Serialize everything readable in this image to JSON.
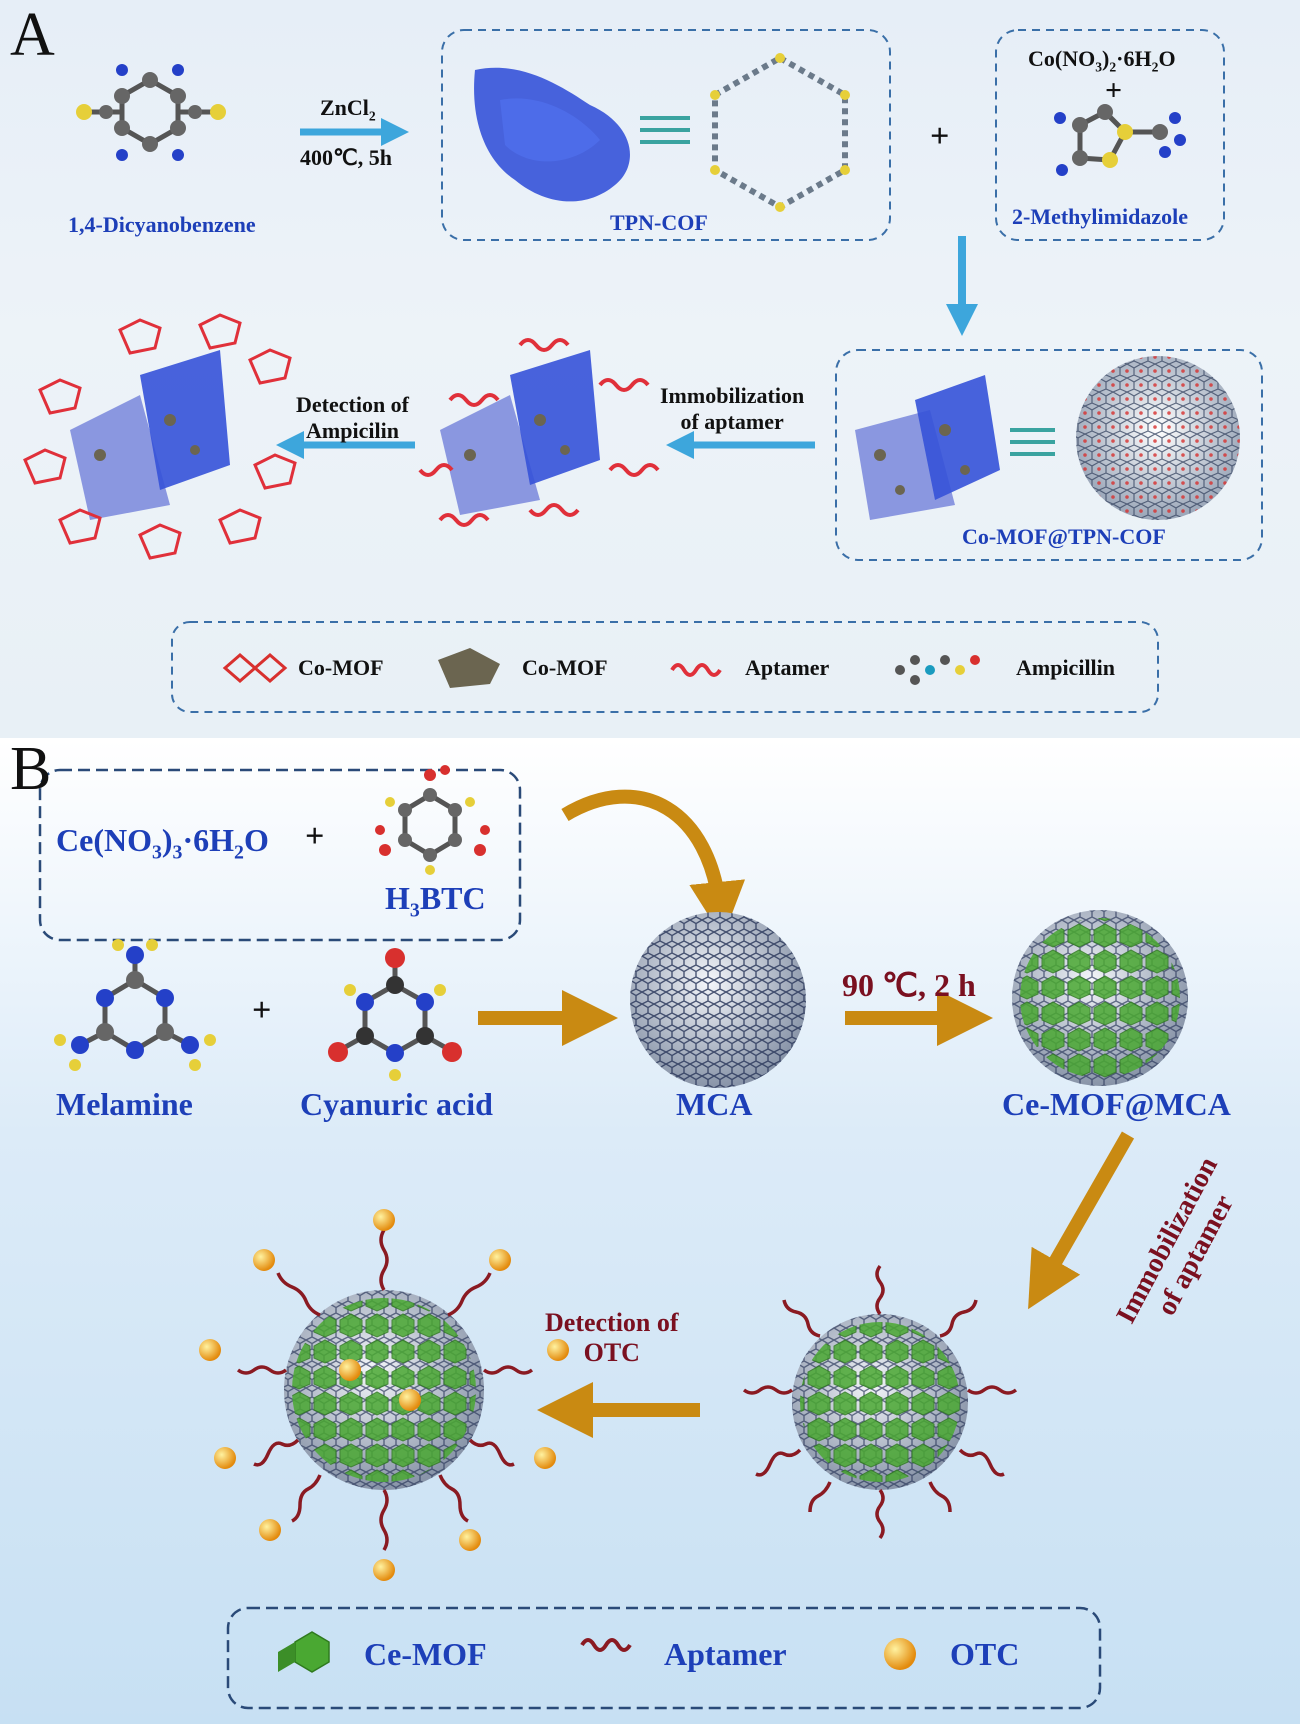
{
  "panelA": {
    "letter": "A",
    "dicyanobenzene": "1,4-Dicyanobenzene",
    "reagent": "ZnCl",
    "reagent_sub": "2",
    "conditions": "400℃, 5h",
    "tpn_cof": "TPN-COF",
    "plus": "+",
    "cobalt_salt": "Co(NO",
    "cobalt_sub1": "3",
    "cobalt_mid": ")",
    "cobalt_sub2": "2",
    "cobalt_end": "·6H",
    "cobalt_sub3": "2",
    "cobalt_tail": "O",
    "plus2": "+",
    "methylimidazole": "2-Methylimidazole",
    "composite": "Co-MOF@TPN-COF",
    "immobilization_line1": "Immobilization",
    "immobilization_line2": "of aptamer",
    "detection_line1": "Detection of",
    "detection_line2": "Ampicilin",
    "legend": [
      "Co-MOF",
      "Co-MOF",
      "Aptamer",
      "Ampicillin"
    ]
  },
  "panelB": {
    "letter": "B",
    "cerium_salt": "Ce(NO",
    "cerium_sub1": "3",
    "cerium_mid": ")",
    "cerium_sub2": "3",
    "cerium_end": "·6H",
    "cerium_sub3": "2",
    "cerium_tail": "O",
    "plus": "+",
    "h3btc_a": "H",
    "h3btc_sub": "3",
    "h3btc_b": "BTC",
    "melamine": "Melamine",
    "plus2": "+",
    "cyanuric": "Cyanuric acid",
    "mca": "MCA",
    "conditions": "90 ℃, 2 h",
    "composite": "Ce-MOF@MCA",
    "immobilization_line1": "Immobilization",
    "immobilization_line2": "of aptamer",
    "detection_line1": "Detection of",
    "detection_line2": "OTC",
    "legend": [
      "Ce-MOF",
      "Aptamer",
      "OTC"
    ]
  },
  "colors": {
    "arrow_blue": "#3da6dc",
    "arrow_orange": "#c98a12",
    "cof_blue": "#3552d8",
    "aptamer_red": "#e0303a",
    "aptamer_dark": "#8a1a22",
    "mof_green": "#4aa832",
    "otc_gold": "#f2a516"
  }
}
